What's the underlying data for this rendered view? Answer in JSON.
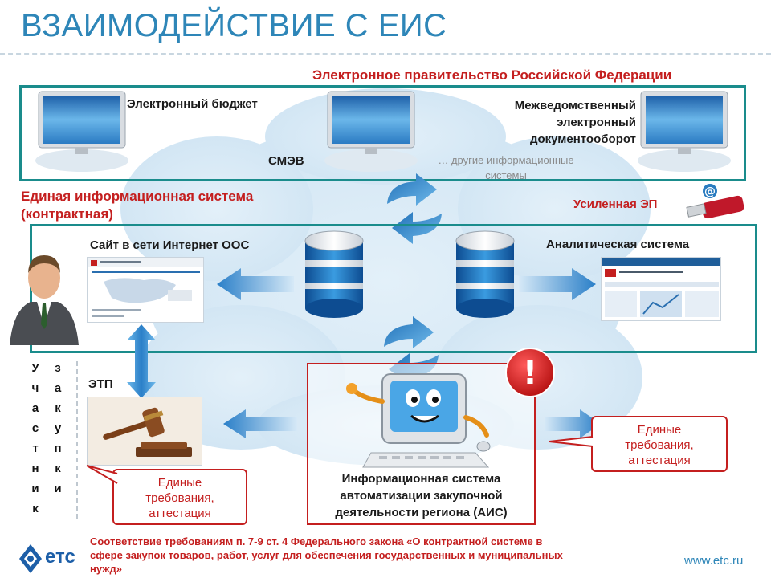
{
  "title": "ВЗАИМОДЕЙСТВИЕ С ЕИС",
  "egov_label": "Электронное правительство Российской Федерации",
  "e_budget": "Электронный бюджет",
  "smev": "СМЭВ",
  "medo": [
    "Межведомственный",
    "электронный",
    "документооборот"
  ],
  "other_systems": [
    "… другие информационные",
    "системы"
  ],
  "eis_label": [
    "Единая информационная система",
    "(контрактная)"
  ],
  "strong_sig": "Усиленная ЭП",
  "oos_site": "Сайт в сети Интернет ООС",
  "analytics": "Аналитическая система",
  "etp": "ЭТП",
  "participants": [
    "У",
    "ч",
    "а",
    "с",
    "т",
    "н",
    "и",
    "к"
  ],
  "customers": [
    "з",
    "а",
    "к",
    "у",
    "п",
    "к",
    "и"
  ],
  "ais_label": [
    "Информационная система",
    "автоматизации закупочной",
    "деятельности региона (АИС)"
  ],
  "requirements_right": [
    "Единые",
    "требования,",
    "аттестация"
  ],
  "requirements_left": [
    "Единые",
    "требования,",
    "аттестация"
  ],
  "footer_text": [
    "Соответствие требованиям п. 7-9 ст. 4 Федерального закона «О контрактной системе в",
    "сфере закупок товаров, работ, услуг для обеспечения государственных и муниципальных",
    "нужд»"
  ],
  "logo_text": "етс",
  "website": "www.etc.ru",
  "alert_symbol": "!",
  "at_symbol": "@",
  "colors": {
    "teal": "#1a8c8c",
    "red": "#c41f1f",
    "blue": "#2e86b8",
    "arrow": "#3b8fd0"
  }
}
